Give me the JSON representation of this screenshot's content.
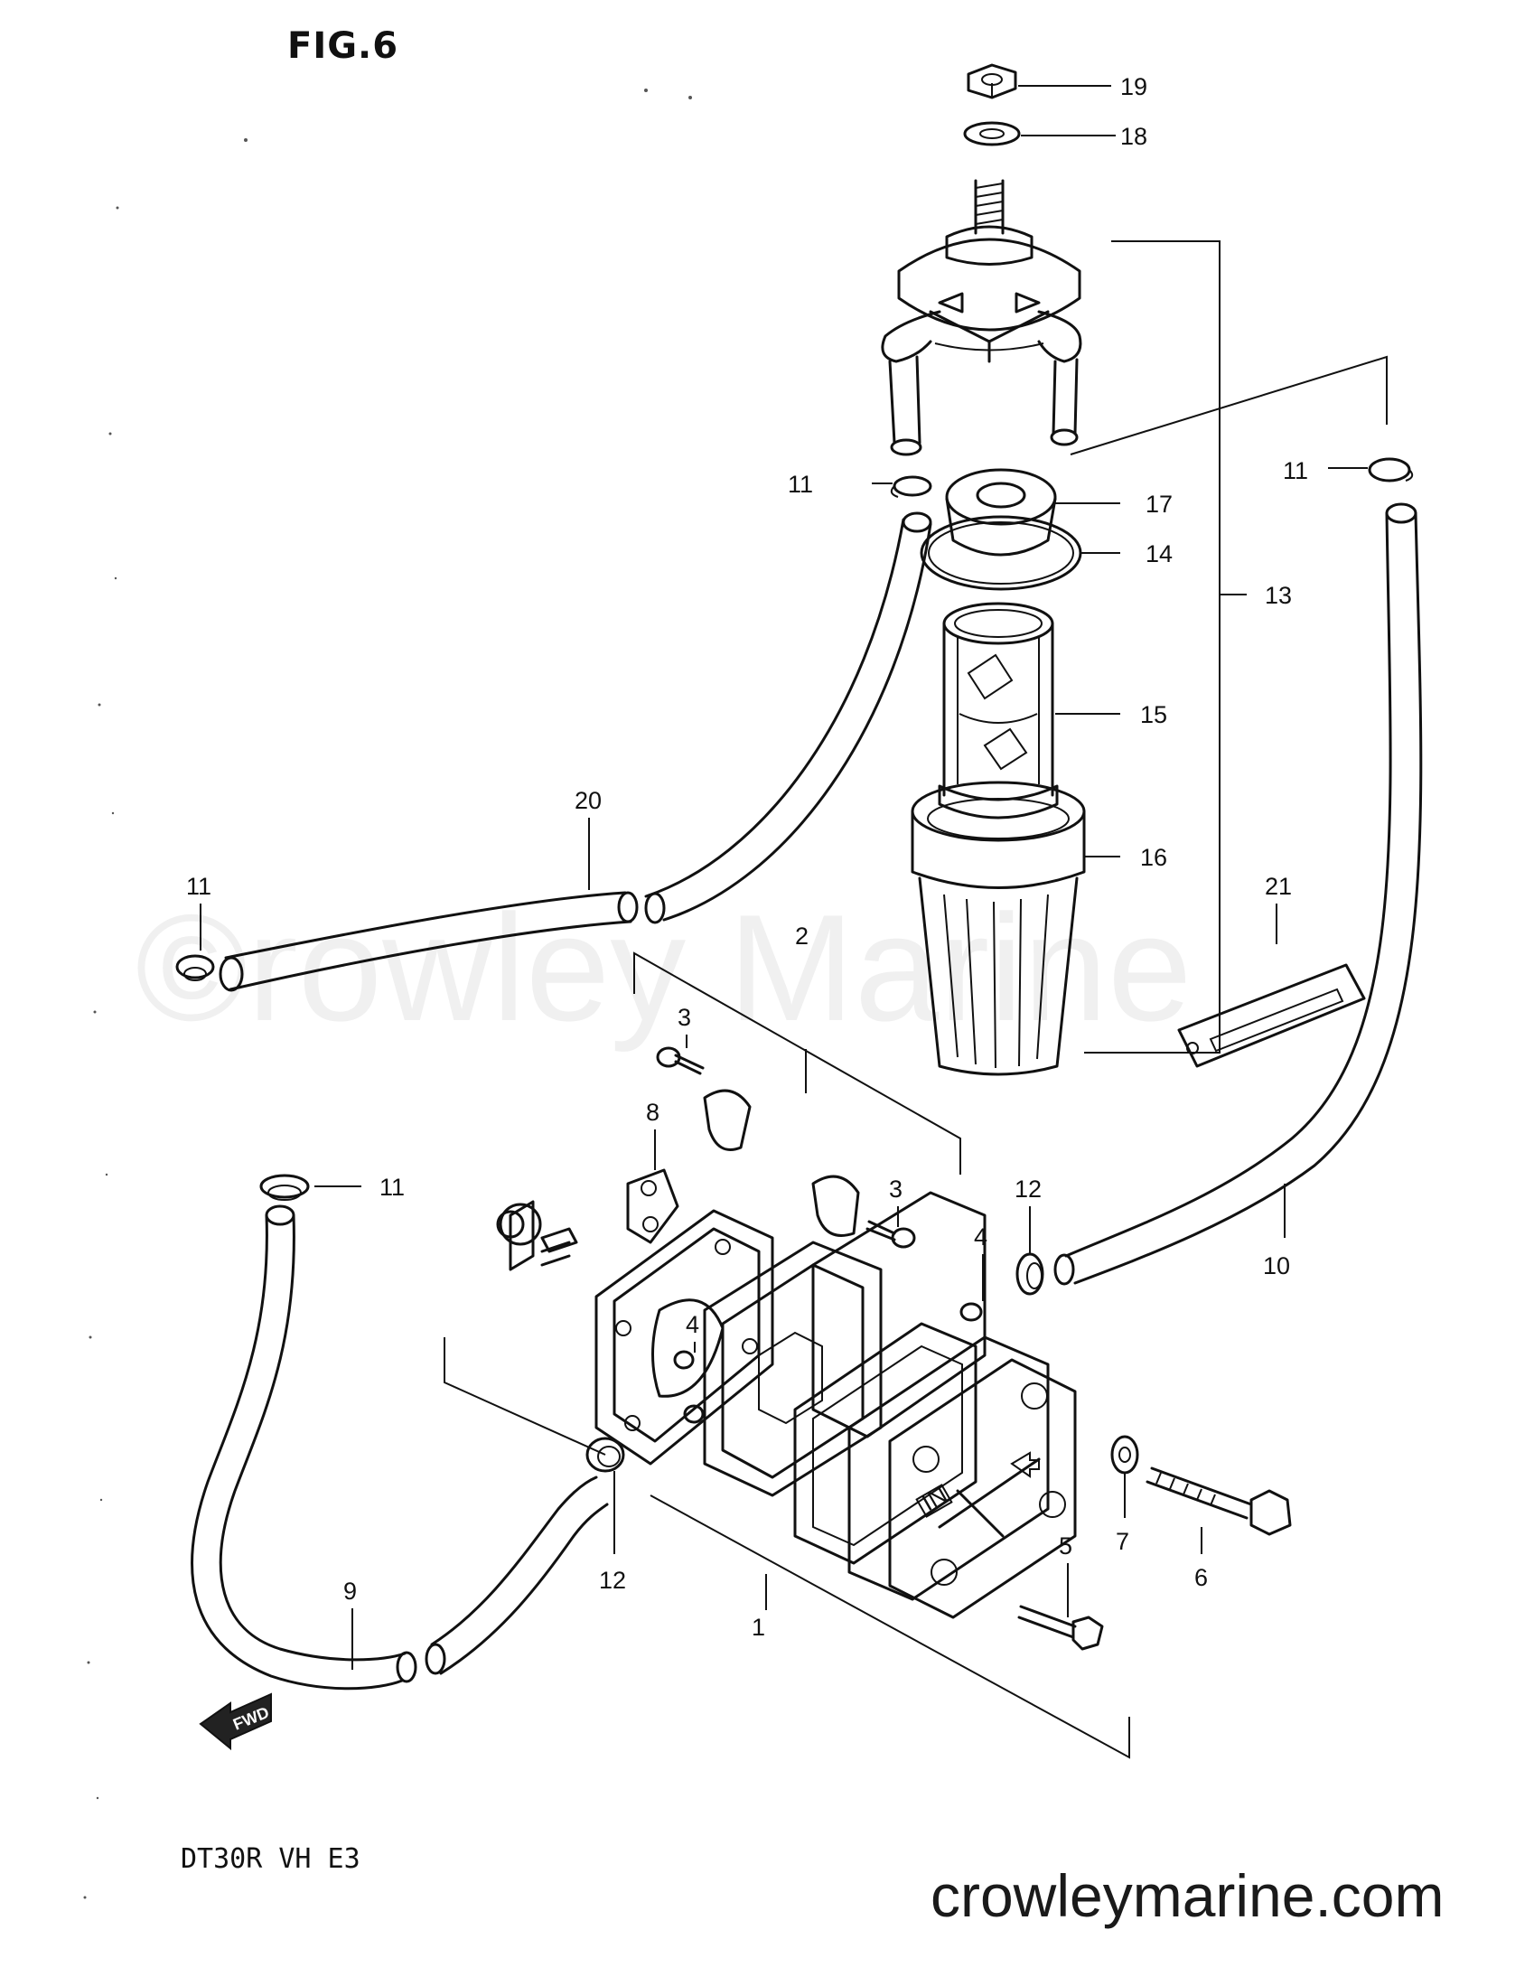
{
  "figure": {
    "title": "FIG.6",
    "model": "DT30R VH E3",
    "watermark": "©rowley Marine",
    "website": "crowleymarine.com",
    "fwd_label": "FWD",
    "filter_arrow_label": "IN"
  },
  "callouts": [
    {
      "id": "19",
      "label": "19"
    },
    {
      "id": "18",
      "label": "18"
    },
    {
      "id": "11a",
      "label": "11"
    },
    {
      "id": "11b",
      "label": "11"
    },
    {
      "id": "17",
      "label": "17"
    },
    {
      "id": "14",
      "label": "14"
    },
    {
      "id": "13",
      "label": "13"
    },
    {
      "id": "15",
      "label": "15"
    },
    {
      "id": "20",
      "label": "20"
    },
    {
      "id": "16",
      "label": "16"
    },
    {
      "id": "11c",
      "label": "11"
    },
    {
      "id": "21",
      "label": "21"
    },
    {
      "id": "2",
      "label": "2"
    },
    {
      "id": "3a",
      "label": "3"
    },
    {
      "id": "8",
      "label": "8"
    },
    {
      "id": "11d",
      "label": "11"
    },
    {
      "id": "3b",
      "label": "3"
    },
    {
      "id": "12a",
      "label": "12"
    },
    {
      "id": "4a",
      "label": "4"
    },
    {
      "id": "10",
      "label": "10"
    },
    {
      "id": "4b",
      "label": "4"
    },
    {
      "id": "7",
      "label": "7"
    },
    {
      "id": "6",
      "label": "6"
    },
    {
      "id": "5",
      "label": "5"
    },
    {
      "id": "12b",
      "label": "12"
    },
    {
      "id": "9",
      "label": "9"
    },
    {
      "id": "1",
      "label": "1"
    }
  ]
}
